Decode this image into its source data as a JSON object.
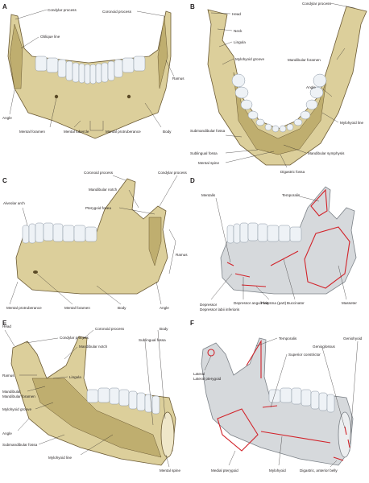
{
  "panels": {
    "A": {
      "letter": "A",
      "labels": {
        "condylar_process": "Condylar process",
        "coronoid_process": "Coronoid process",
        "oblique_line": "Oblique line",
        "ramus": "Ramus",
        "angle": "Angle",
        "mental_foramen": "Mental foramen",
        "mental_tubercle": "Mental tubercle",
        "mental_protruberance": "Mental protruberance",
        "body": "Body"
      }
    },
    "B": {
      "letter": "B",
      "labels": {
        "condylar_process": "Condylar process",
        "head": "Head",
        "neck": "Neck",
        "lingula": "Lingula",
        "mylohyoid_groove": "Mylohyoid groove",
        "mandibular_foramen": "Mandibular foramen",
        "angle": "Angle",
        "mylohyoid_line": "Mylohyoid line",
        "submandibular_fossa": "Submandibular fossa",
        "sublingual_fossa": "Sublingual fossa",
        "mandibular_symphysis": "Mandibular symphysis",
        "mental_spine": "Mental spine",
        "digastric_fossa": "Digastric fossa"
      }
    },
    "C": {
      "letter": "C",
      "labels": {
        "coronoid_process": "Coronoid process",
        "condylar_process": "Condylar process",
        "mandibular_notch": "Mandibular notch",
        "pterygoid_fovea": "Pterygoid fovea",
        "alveolar_arch": "Alveolar arch",
        "ramus": "Ramus",
        "mental_protruberance": "Mental protruberance",
        "mental_foramen": "Mental foramen",
        "body": "Body",
        "angle": "Angle"
      }
    },
    "D": {
      "letter": "D",
      "labels": {
        "mentalis": "Mentalis",
        "temporalis": "Temporalis",
        "depressor_labii": "Depressor labii inferioris",
        "depressor_anguli": "Depressor anguli oris",
        "platysma": "Platysma (part)",
        "buccinator": "Buccinator",
        "masseter": "Masseter"
      }
    },
    "E": {
      "letter": "E",
      "labels": {
        "head": "Head",
        "coronoid_process": "Coronoid process",
        "condylar_process": "Condylar process",
        "mandibular_notch": "Mandibular notch",
        "body": "Body",
        "sublingual_fossa": "Sublingual fossa",
        "ramus": "Ramus",
        "lingula": "Lingula",
        "mandibular_foramen": "Mandibular foramen",
        "mylohyoid_groove": "Mylohyoid groove",
        "angle": "Angle",
        "submandibular_fossa": "Submandibular fossa",
        "mylohyoid_line": "Mylohyoid line",
        "mental_spine": "Mental spine"
      }
    },
    "F": {
      "letter": "F",
      "labels": {
        "temporalis": "Temporalis",
        "genioglossus": "Genioglossus",
        "geniohyoid": "Geniohyoid",
        "superior_constrictor": "Superior constrictor",
        "lateral_pterygoid": "Lateral pterygoid",
        "medial_pterygoid": "Medial pterygoid",
        "mylohyoid": "Mylohyoid",
        "digastric": "Digastric, anterior belly"
      }
    }
  },
  "colors": {
    "bone": "#dccf9b",
    "gray_bone": "#d6d9dc",
    "muscle_attachment": "#d2232a",
    "text": "#231f20"
  }
}
